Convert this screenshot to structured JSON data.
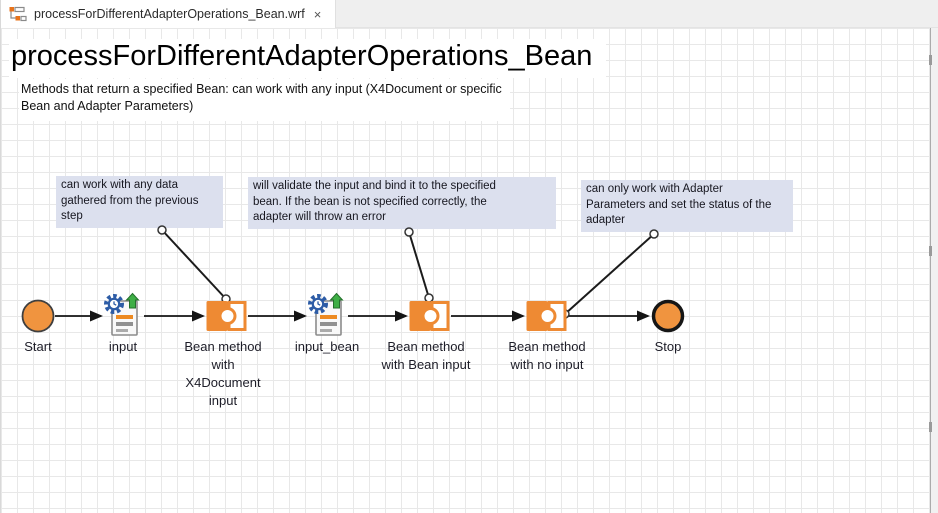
{
  "tab": {
    "title": "processForDifferentAdapterOperations_Bean.wrf",
    "close_label": "×",
    "icon": "workflow-icon"
  },
  "header": {
    "title": "processForDifferentAdapterOperations_Bean",
    "description": "Methods that return a specified Bean: can work with any input (X4Document or specific\nBean and Adapter Parameters)"
  },
  "annotations": [
    {
      "text": "can work with any data\ngathered from the previous\nstep"
    },
    {
      "text": "will validate the input and bind it to the specified\nbean. If the bean is not specified correctly, the\nadapter will throw an error"
    },
    {
      "text": "can only work with Adapter\nParameters and set the status of the\nadapter"
    }
  ],
  "nodes": {
    "start": {
      "label": "Start",
      "icon": "start-event-icon"
    },
    "input": {
      "label": "input",
      "icon": "mapping-document-icon"
    },
    "bean_x4": {
      "label": "Bean method\nwith\nX4Document\ninput",
      "icon": "bean-adapter-puzzle-icon"
    },
    "input_bean": {
      "label": "input_bean",
      "icon": "mapping-document-icon"
    },
    "bean_bean": {
      "label": "Bean method\nwith Bean input",
      "icon": "bean-adapter-puzzle-icon"
    },
    "bean_none": {
      "label": "Bean method\nwith no input",
      "icon": "bean-adapter-puzzle-icon"
    },
    "stop": {
      "label": "Stop",
      "icon": "end-event-icon"
    }
  },
  "colors": {
    "node_orange": "#F0943F",
    "puzzle_orange": "#EE8A33",
    "annotation_bg": "#DCE0EE",
    "gear_blue": "#2D5CA6",
    "arrow_green": "#3FAF46",
    "grid_line": "#E8E8E8",
    "connector": "#1B1B1B"
  }
}
